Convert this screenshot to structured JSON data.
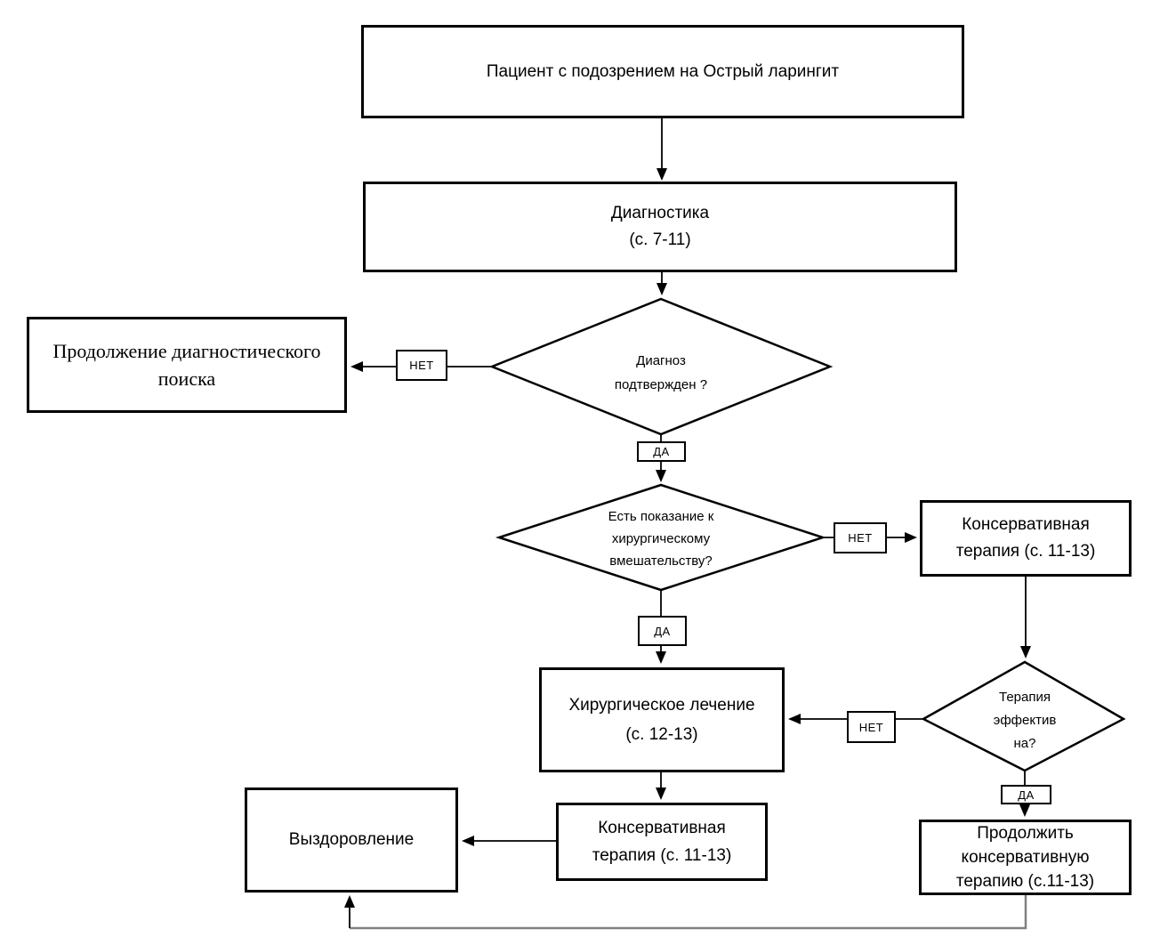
{
  "nodes": {
    "start": {
      "label": "Пациент с подозрением на Острый ларингит"
    },
    "diagnostics": {
      "label": "Диагностика\n(с. 7-11)"
    },
    "diagnosis_confirmed": {
      "label": "Диагноз\nподтвержден ?"
    },
    "continue_search": {
      "label": "Продолжение диагностического\nпоиска"
    },
    "surgery_indication": {
      "label": "Есть показание к\nхирургическому\nвмешательству?"
    },
    "conservative_top": {
      "label": "Консервативная\nтерапия (с. 11-13)"
    },
    "surgical": {
      "label": "Хирургическое лечение\n(с. 12-13)"
    },
    "therapy_effective": {
      "label": "Терапия\nэффектив\nна?"
    },
    "continue_conservative": {
      "label": "Продолжить\nконсервативную\nтерапию (с.11-13)"
    },
    "conservative_bottom": {
      "label": "Консервативная\nтерапия (с. 11-13)"
    },
    "recovery": {
      "label": "Выздоровление"
    }
  },
  "edge_labels": {
    "no1": "НЕТ",
    "yes1": "ДА",
    "no2": "НЕТ",
    "yes2": "ДА",
    "no3": "НЕТ",
    "yes3": "ДА"
  },
  "colors": {
    "line": "#000000",
    "secondary_line": "#808080",
    "shape_fill": "#ffffff",
    "shape_border": "#000000"
  }
}
